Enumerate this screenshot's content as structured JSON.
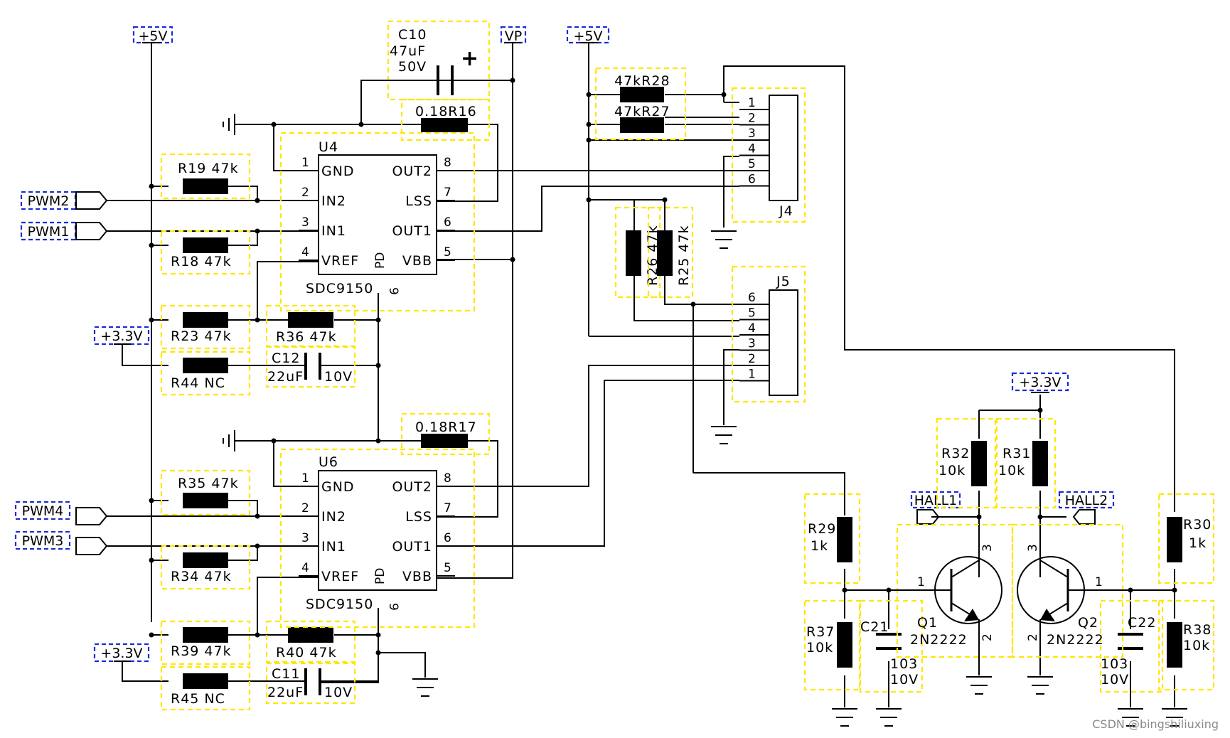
{
  "nets": {
    "p5v_a": "+5V",
    "vp": "VP",
    "p5v_b": "+5V",
    "p33_a": "+3.3V",
    "p33_b": "+3.3V",
    "p33_c": "+3.3V",
    "pwm2": "PWM2",
    "pwm1": "PWM1",
    "pwm4": "PWM4",
    "pwm3": "PWM3",
    "hall1": "HALL1",
    "hall2": "HALL2"
  },
  "chips": {
    "u4": {
      "ref": "U4",
      "part": "SDC9150",
      "pins_left": [
        [
          "1",
          "GND"
        ],
        [
          "2",
          "IN2"
        ],
        [
          "3",
          "IN1"
        ],
        [
          "4",
          "VREF"
        ]
      ],
      "pins_right": [
        [
          "8",
          "OUT2"
        ],
        [
          "7",
          "LSS"
        ],
        [
          "6",
          "OUT1"
        ],
        [
          "5",
          "VBB"
        ]
      ],
      "pd": "PD",
      "pd_pin": "9"
    },
    "u6": {
      "ref": "U6",
      "part": "SDC9150",
      "pins_left": [
        [
          "1",
          "GND"
        ],
        [
          "2",
          "IN2"
        ],
        [
          "3",
          "IN1"
        ],
        [
          "4",
          "VREF"
        ]
      ],
      "pins_right": [
        [
          "8",
          "OUT2"
        ],
        [
          "7",
          "LSS"
        ],
        [
          "6",
          "OUT1"
        ],
        [
          "5",
          "VBB"
        ]
      ],
      "pd": "PD",
      "pd_pin": "9"
    }
  },
  "connectors": {
    "j4": {
      "ref": "J4",
      "pins": [
        "1",
        "2",
        "3",
        "4",
        "5",
        "6"
      ]
    },
    "j5": {
      "ref": "J5",
      "pins": [
        "6",
        "5",
        "4",
        "3",
        "2",
        "1"
      ]
    }
  },
  "components": {
    "c10": {
      "ref": "C10",
      "value": "47uF",
      "rating": "50V",
      "polarity": "+"
    },
    "r16": "0.18R16",
    "r17": "0.18R17",
    "r28": "47kR28",
    "r27": "47kR27",
    "r19": "R19 47k",
    "r18": "R18 47k",
    "r23": "R23 47k",
    "r44": "R44 NC",
    "r36": "R36 47k",
    "c12": "C12",
    "c12_value": "22uF",
    "c12_rating": "10V",
    "r35": "R35 47k",
    "r34": "R34 47k",
    "r39": "R39 47k",
    "r45": "R45 NC",
    "r40": "R40 47k",
    "c11": "C11",
    "c11_value": "22uF",
    "c11_rating": "10V",
    "r26": "R26 47k",
    "r25": "R25 47k",
    "r32": "R32",
    "r32_value": "10k",
    "r31": "R31",
    "r31_value": "10k",
    "r29": "R29",
    "r29_value": "1k",
    "r30": "R30",
    "r30_value": "1k",
    "r37": "R37",
    "r37_value": "10k",
    "r38": "R38",
    "r38_value": "10k",
    "c21": "C21",
    "c21_value": "103",
    "c21_rating": "10V",
    "c22": "C22",
    "c22_value": "103",
    "c22_rating": "10V",
    "q1": "Q1",
    "q1_part": "2N2222",
    "q2": "Q2",
    "q2_part": "2N2222",
    "q_pin_b": "1",
    "q_pin_c": "3",
    "q_pin_e": "2"
  },
  "watermark": "CSDN @bingshiliuxing"
}
